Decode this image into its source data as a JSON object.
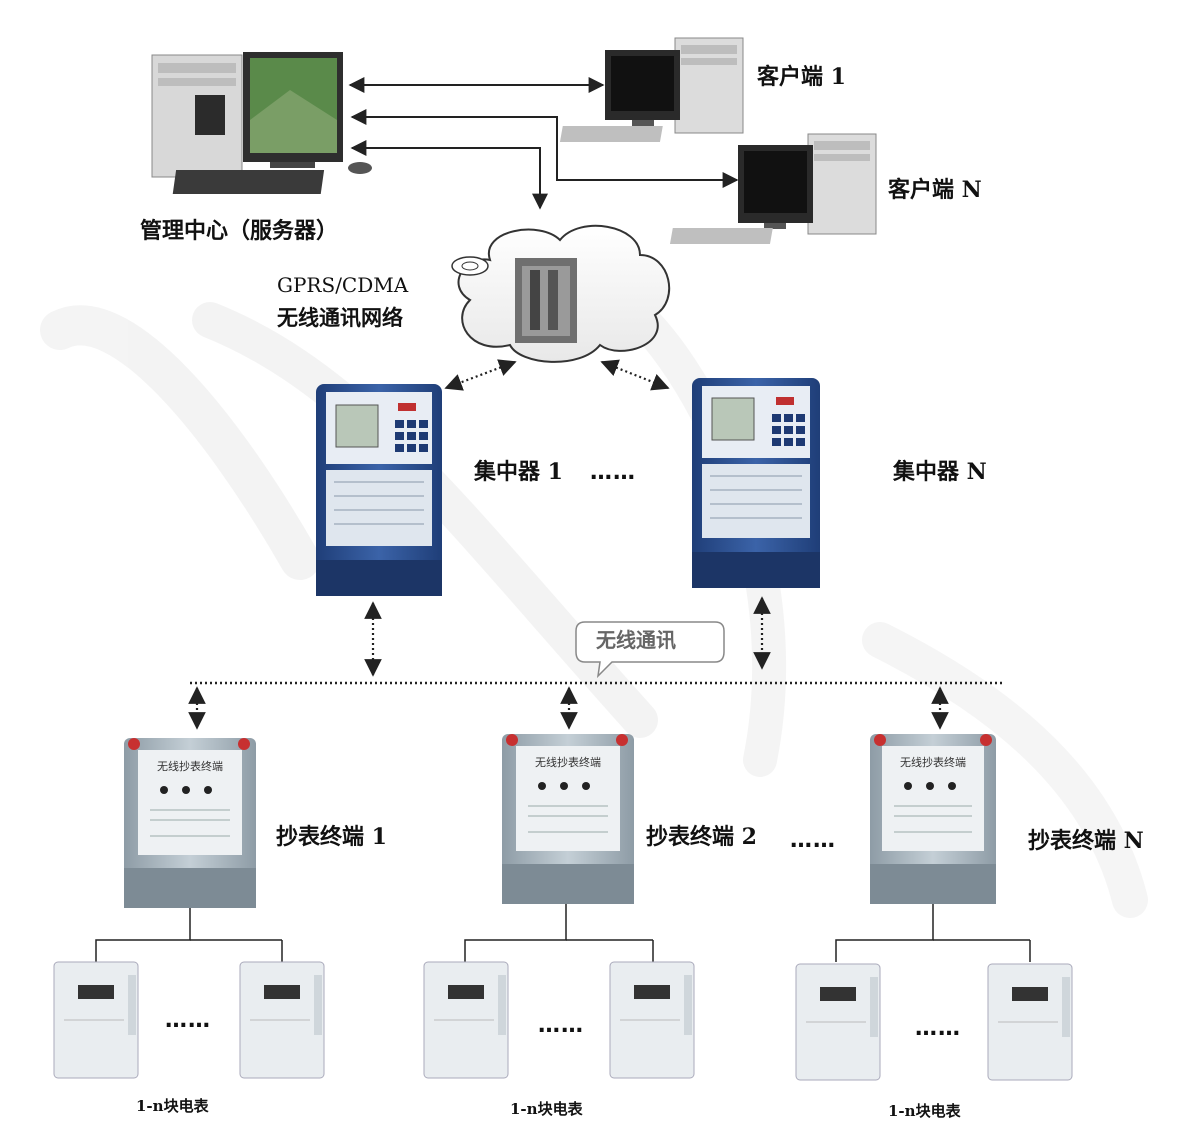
{
  "labels": {
    "server": "管理中心（服务器）",
    "client_1": "客户端 1",
    "client_n": "客户端 N",
    "network_line1": "GPRS/CDMA",
    "network_line2": "无线通讯网络",
    "concentrator_1": "集中器 1",
    "concentrator_n": "集中器 N",
    "wireless_bubble": "无线通讯",
    "terminal_1": "抄表终端 1",
    "terminal_2": "抄表终端 2",
    "terminal_n": "抄表终端 N",
    "meters_group_1": "1-n块电表",
    "meters_group_2": "1-n块电表",
    "meters_group_3": "1-n块电表"
  },
  "ellipses": {
    "concentrators": "……",
    "terminals": "……",
    "meters_1": "……",
    "meters_2": "……",
    "meters_3": "……"
  },
  "device_text": {
    "terminal_panel": "无线抄表终端"
  },
  "colors": {
    "concentrator_body": "#2a4f8f",
    "terminal_body": "#aab7bf",
    "meter_body": "#e9edf0",
    "watermark": "#ececec",
    "line": "#222222"
  }
}
